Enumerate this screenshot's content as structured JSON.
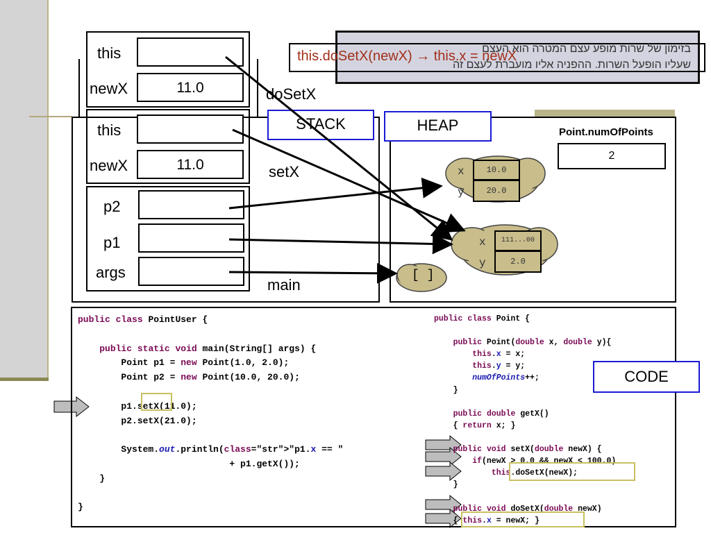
{
  "stack": {
    "label": "STACK",
    "doSetX": {
      "name": "doSetX",
      "this_label": "this",
      "newX_label": "newX",
      "newX_value": "11.0"
    },
    "setX": {
      "name": "setX",
      "this_label": "this",
      "newX_label": "newX",
      "newX_value": "11.0"
    },
    "main": {
      "name": "main",
      "p2_label": "p2",
      "p1_label": "p1",
      "args_label": "args"
    }
  },
  "heap": {
    "label": "HEAP",
    "static_title": "Point.numOfPoints",
    "static_value": "2",
    "p2": {
      "x_label": "x",
      "x_value": "10.0",
      "y_label": "y",
      "y_value": "20.0"
    },
    "p1": {
      "x_label": "x",
      "x_value": "111...00",
      "y_label": "y",
      "y_value": "2.0"
    },
    "args_text": "[ ]"
  },
  "callout": {
    "statement": "this.doSetX(newX) → this.x = newX",
    "note_line1": "בזימון של שרות מופע עצם המטרה הוא העצם",
    "note_line2": "שעליו הופעל השרות. ההפניה אליו מועברת לעצם זה"
  },
  "code_label": "CODE",
  "code_left": [
    "public class PointUser {",
    "",
    "    public static void main(String[] args) {",
    "        Point p1 = new Point(1.0, 2.0);",
    "        Point p2 = new Point(10.0, 20.0);",
    "",
    "        p1.setX(11.0);",
    "        p2.setX(21.0);",
    "",
    "        System.out.println(\"p1.x == \"",
    "                            + p1.getX());",
    "    }",
    "",
    "}"
  ],
  "code_right": [
    "public class Point {",
    "",
    "    public Point(double x, double y){",
    "        this.x = x;",
    "        this.y = y;",
    "        numOfPoints++;",
    "    }",
    "",
    "    public double getX()",
    "    { return x; }",
    "",
    "    public void setX(double newX) {",
    "        if(newX > 0.0 && newX < 100.0)",
    "            this.doSetX(newX);",
    "    }",
    "",
    "    public void doSetX(double newX)",
    "    { this.x = newX; }"
  ]
}
